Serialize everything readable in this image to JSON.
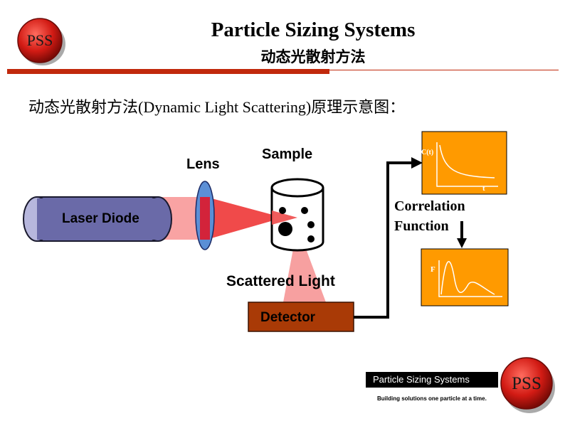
{
  "logo": {
    "text": "PSS",
    "color": "#c4161c"
  },
  "header": {
    "title": "Particle Sizing Systems",
    "subtitle": "动态光散射方法"
  },
  "heading": "动态光散射方法(Dynamic Light Scattering)原理示意图：",
  "diagram": {
    "laser_label": "Laser Diode",
    "lens_label": "Lens",
    "sample_label": "Sample",
    "scattered_label": "Scattered Light",
    "detector_label": "Detector",
    "correlation_line1": "Correlation",
    "correlation_line2": "Function",
    "graph1_y": "C(t)",
    "graph1_x": "t",
    "graph2_y": "F"
  },
  "colors": {
    "laser_body": "#6a6aa8",
    "beam": "#f04a4a",
    "lens": "#5b8fd6",
    "detector": "#a93a06",
    "graph_bg": "#ff9a00",
    "accent_red": "#c1290c"
  },
  "footer": {
    "company": "Particle Sizing Systems",
    "tagline": "Building solutions one particle at a time."
  }
}
